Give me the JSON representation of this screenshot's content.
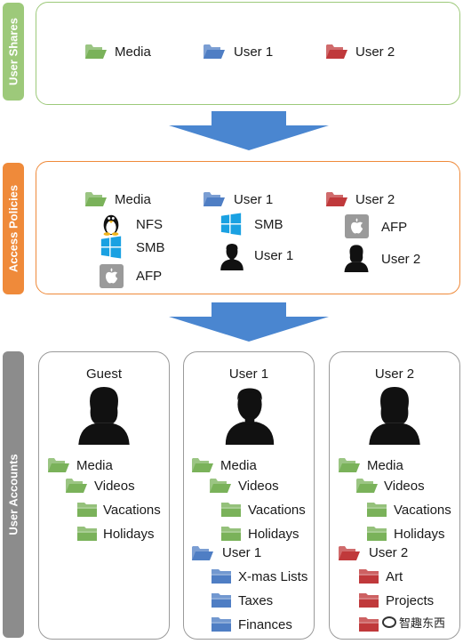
{
  "colors": {
    "shares_bar": "#9dc97a",
    "policies_bar": "#ef8a3a",
    "accounts_bar": "#8c8c8c",
    "shares_border": "#9dc97a",
    "policies_border": "#ef8a3a",
    "arrow": "#4a86d0",
    "folder_green": "#7ab25a",
    "folder_blue": "#4f7ec4",
    "folder_red": "#c0393b"
  },
  "sections": {
    "shares": "User Shares",
    "policies": "Access Policies",
    "accounts": "User Accounts"
  },
  "shares": {
    "items": [
      {
        "label": "Media",
        "icon": "folder-green-icon"
      },
      {
        "label": "User 1",
        "icon": "folder-blue-icon"
      },
      {
        "label": "User 2",
        "icon": "folder-red-icon"
      }
    ]
  },
  "policies": {
    "media": {
      "label": "Media",
      "nfs": "NFS",
      "smb": "SMB",
      "afp": "AFP"
    },
    "user1": {
      "label": "User 1",
      "smb": "SMB",
      "user": "User 1"
    },
    "user2": {
      "label": "User 2",
      "afp": "AFP",
      "user": "User 2"
    }
  },
  "accounts": {
    "guest": {
      "title": "Guest",
      "media": "Media",
      "videos": "Videos",
      "vacations": "Vacations",
      "holidays": "Holidays"
    },
    "user1": {
      "title": "User 1",
      "media": "Media",
      "videos": "Videos",
      "vacations": "Vacations",
      "holidays": "Holidays",
      "home": "User 1",
      "xmas": "X-mas Lists",
      "taxes": "Taxes",
      "finances": "Finances"
    },
    "user2": {
      "title": "User 2",
      "media": "Media",
      "videos": "Videos",
      "vacations": "Vacations",
      "holidays": "Holidays",
      "home": "User 2",
      "art": "Art",
      "projects": "Projects"
    }
  },
  "watermark": "智趣东西"
}
